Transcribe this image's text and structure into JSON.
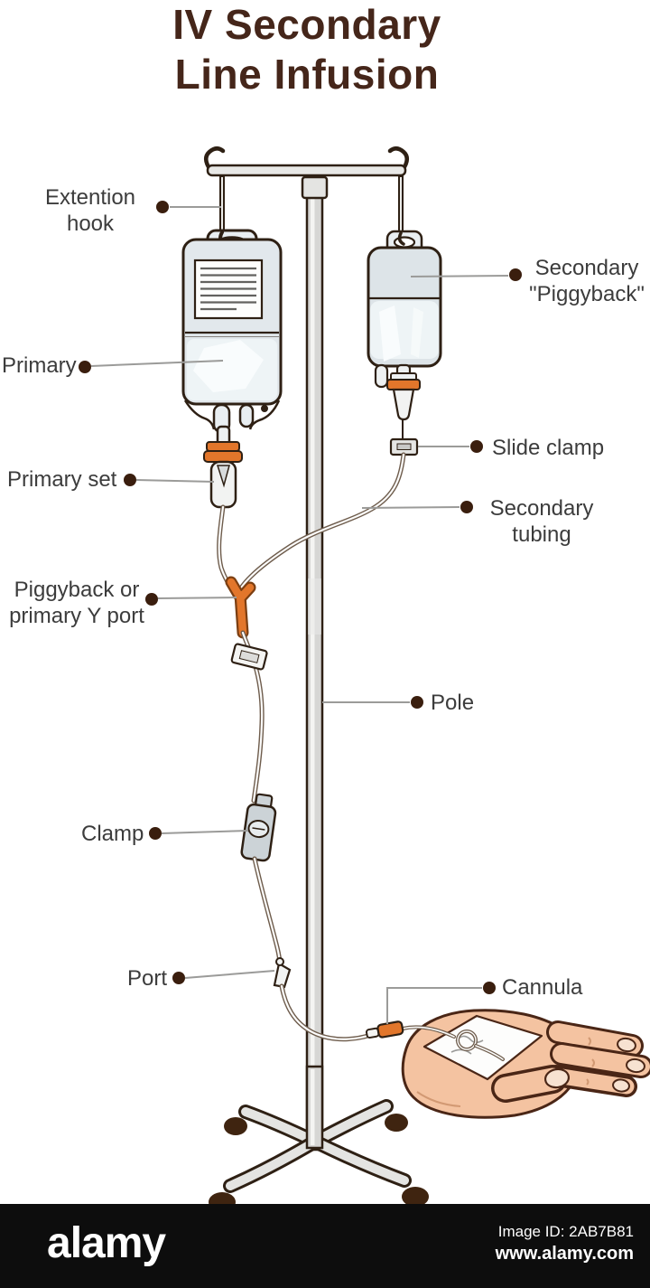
{
  "title": {
    "line1": "IV Secondary",
    "line2": "Line Infusion"
  },
  "labels": {
    "extension_hook": "Extention hook",
    "secondary_piggyback": "Secondary \"Piggyback\"",
    "primary": "Primary",
    "primary_set": "Primary set",
    "piggyback_y_port": "Piggyback or primary Y port",
    "slide_clamp": "Slide clamp",
    "secondary_tubing": "Secondary tubing",
    "pole": "Pole",
    "clamp": "Clamp",
    "port": "Port",
    "cannula": "Cannula"
  },
  "footer": {
    "logo": "alamy",
    "image_id": "Image ID: 2AB7B81",
    "website": "www.alamy.com"
  },
  "colors": {
    "title_text": "#45261a",
    "label_text": "#3c3c3c",
    "leader_line": "#9b9b99",
    "leader_dot": "#3a1e0e",
    "outline": "#2e2014",
    "orange_connector": "#e2762b",
    "bag_fill": "#e2e8ec",
    "fluid_fill": "#eef4f6",
    "pole_fill": "#d6d6d4",
    "skin": "#f4c3a1",
    "caster_brown": "#3f2410",
    "footer_bg": "#0d0d0d",
    "footer_text": "#ffffff"
  }
}
